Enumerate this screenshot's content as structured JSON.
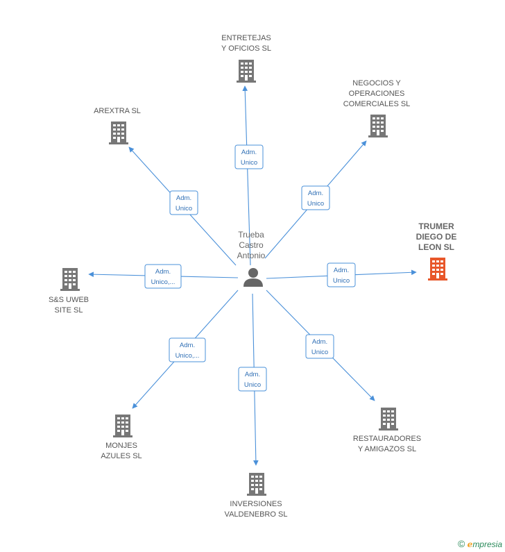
{
  "center": {
    "lines": [
      "Trueba",
      "Castro",
      "Antonio"
    ],
    "icon": "person-icon"
  },
  "colors": {
    "edge": "#4a90d9",
    "building": "#777777",
    "highlight": "#e8572a"
  },
  "nodes": [
    {
      "id": "entretejas",
      "lines": [
        "ENTRETEJAS",
        "Y OFICIOS SL"
      ],
      "role": [
        "Adm.",
        "Unico"
      ],
      "highlight": false
    },
    {
      "id": "negocios",
      "lines": [
        "NEGOCIOS Y",
        "OPERACIONES",
        "COMERCIALES SL"
      ],
      "role": [
        "Adm.",
        "Unico"
      ],
      "highlight": false
    },
    {
      "id": "arextra",
      "lines": [
        "AREXTRA  SL"
      ],
      "role": [
        "Adm.",
        "Unico"
      ],
      "highlight": false
    },
    {
      "id": "trumer",
      "lines": [
        "TRUMER",
        "DIEGO DE",
        "LEON  SL"
      ],
      "role": [
        "Adm.",
        "Unico"
      ],
      "highlight": true
    },
    {
      "id": "sasuweb",
      "lines": [
        "S&S UWEB",
        "SITE  SL"
      ],
      "role": [
        "Adm.",
        "Unico,..."
      ],
      "highlight": false
    },
    {
      "id": "monjes",
      "lines": [
        "MONJES",
        "AZULES SL"
      ],
      "role": [
        "Adm.",
        "Unico,..."
      ],
      "highlight": false
    },
    {
      "id": "inversiones",
      "lines": [
        "INVERSIONES",
        "VALDENEBRO SL"
      ],
      "role": [
        "Adm.",
        "Unico"
      ],
      "highlight": false
    },
    {
      "id": "restauradores",
      "lines": [
        "RESTAURADORES",
        "Y AMIGAZOS  SL"
      ],
      "role": [
        "Adm.",
        "Unico"
      ],
      "highlight": false
    }
  ],
  "footer": {
    "symbol": "©",
    "brand_initial": "e",
    "brand_rest": "mpresia"
  }
}
